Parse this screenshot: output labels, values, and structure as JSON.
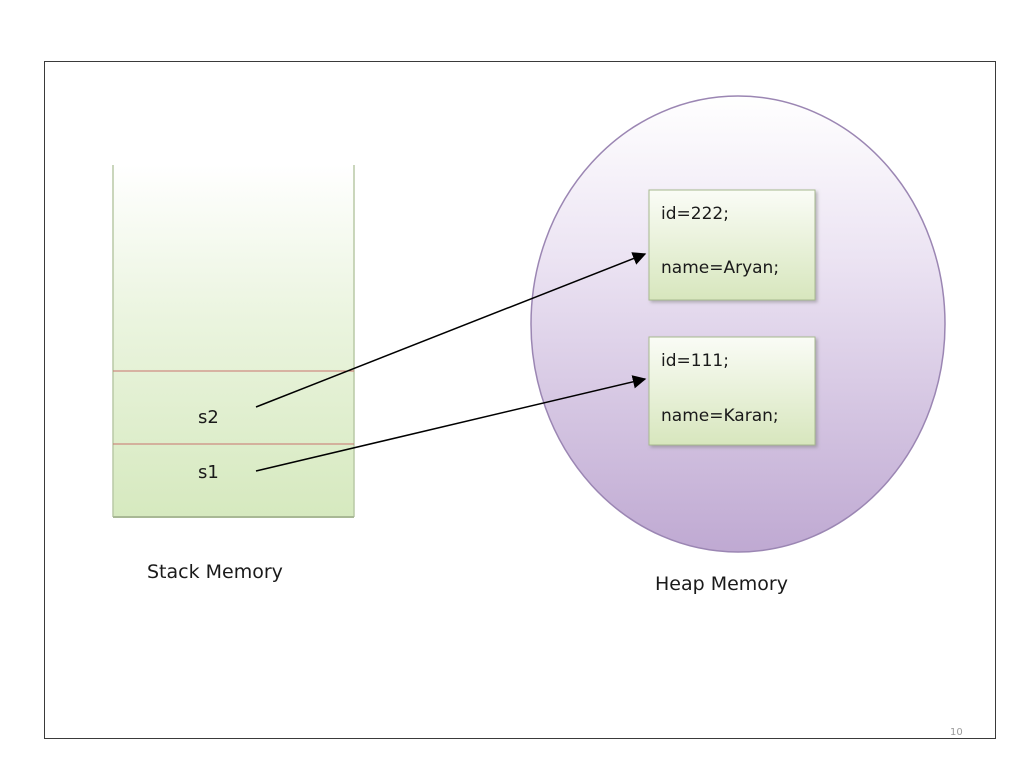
{
  "stack": {
    "caption": "Stack Memory",
    "variables": [
      "s2",
      "s1"
    ]
  },
  "heap": {
    "caption": "Heap Memory",
    "objects": [
      {
        "id_line": "id=222;",
        "name_line": "name=Aryan;"
      },
      {
        "id_line": "id=111;",
        "name_line": "name=Karan;"
      }
    ]
  },
  "page_number": "10",
  "colors": {
    "stack_fill_top": "#ffffff",
    "stack_fill_bottom": "#d6e9bf",
    "stack_divider": "#c9736e",
    "heap_fill_top": "#ffffff",
    "heap_fill_bottom": "#bfa9d2",
    "object_fill": "#e6f0d4",
    "arrow": "#000000"
  }
}
